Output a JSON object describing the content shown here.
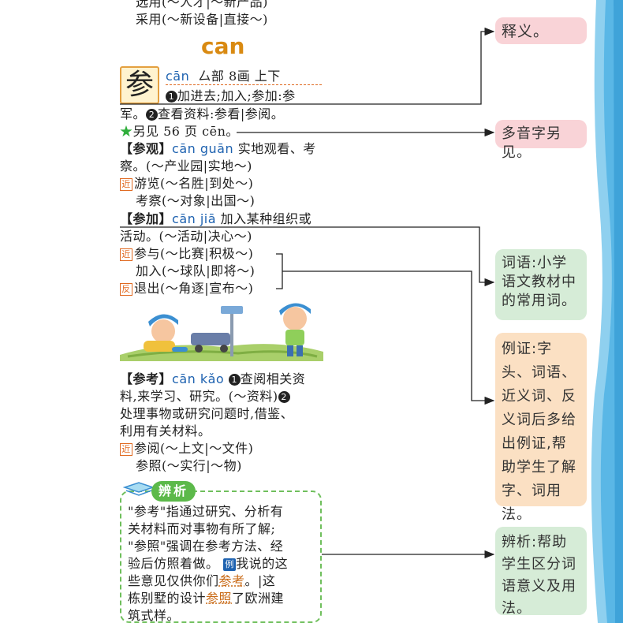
{
  "top": {
    "line1": "选用(～人才|～新产品)",
    "line2": "采用(～新设备|直接～)"
  },
  "section": {
    "title": "can"
  },
  "entry": {
    "char": "参",
    "pinyin": "cān",
    "radical_info": "厶部 8画 上下",
    "def1_num": "1",
    "def1a": "加进去;加入;参加:参",
    "def1b": "军。",
    "def2_num": "2",
    "def2": "查看资料:参看|参阅。",
    "see_also_star": "★",
    "see_also": "另见 56 页 cēn。"
  },
  "words": {
    "canguan": {
      "head": "【参观】",
      "pinyin": "cān guān",
      "def_a": "实地观看、考",
      "def_b": "察。(～产业园|实地～)",
      "jin_mark": "近",
      "syn1": "游览(～名胜|到处～)",
      "syn2": "考察(～对象|出国～)"
    },
    "canjia": {
      "head": "【参加】",
      "pinyin": "cān jiā",
      "def_a": "加入某种组织或",
      "def_b": "活动。(～活动|决心～)",
      "jin_mark": "近",
      "syn1": "参与(～比赛|积极～)",
      "syn2": "加入(～球队|即将～)",
      "fan_mark": "反",
      "ant1": "退出(～角逐|宣布～)"
    },
    "cankao": {
      "head": "【参考】",
      "pinyin": "cān kǎo",
      "def1_num": "1",
      "def_a": "查阅相关资",
      "def_b": "料,来学习、研究。(～资料)",
      "def2_num": "2",
      "def_c": "处理事物或研究问题时,借鉴、",
      "def_d": "利用有关材料。",
      "jin_mark": "近",
      "syn1": "参阅(～上文|～文件)",
      "syn2": "参照(～实行|～物)"
    }
  },
  "bianxi": {
    "label": "辨析",
    "l1": "\"参考\"指通过研究、分析有",
    "l2": "关材料而对事物有所了解;",
    "l3": "\"参照\"强调在参考方法、经",
    "l4": "验后仿照着做。",
    "li_mark": "例",
    "l4b": "我说的这",
    "l5a": "些意见仅供你们",
    "l5_hl": "参考",
    "l5b": "。|这",
    "l6a": "栋别墅的设计",
    "l6_hl": "参照",
    "l6b": "了欧洲建",
    "l7": "筑式样。"
  },
  "callouts": {
    "shiyi": "释义。",
    "duoyin": "多音字另见。",
    "ciyu": "词语:小学语文教材中的常用词。",
    "lizheng": "例证:字头、词语、近义词、反义词后多给出例证,帮助学生了解字、词用法。",
    "bianxi": "辨析:帮助学生区分词语意义及用法。"
  },
  "colors": {
    "section_title": "#d98a12",
    "pinyin": "#1e62b0",
    "callout_pink": "#f9d3d7",
    "callout_green": "#d6ecd7",
    "callout_peach": "#fbe0c3",
    "side_band": "#5ab7e6"
  }
}
